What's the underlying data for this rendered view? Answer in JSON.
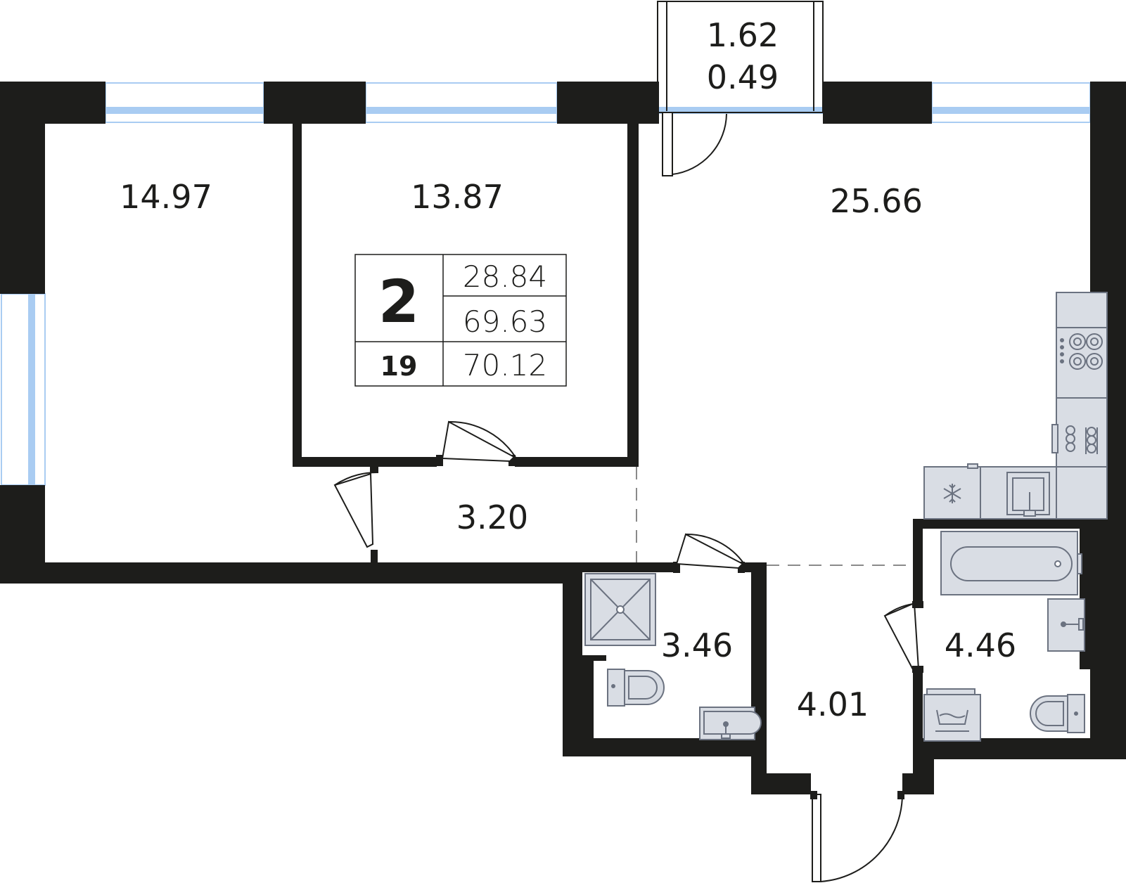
{
  "colors": {
    "wall": "#1d1d1b",
    "glass": "#a9ccf2",
    "fixture_fill": "#d9dde4",
    "fixture_stroke": "#6b7280",
    "line": "#1d1d1b"
  },
  "rooms": {
    "balcony": {
      "total": "1.62",
      "reduced": "0.49"
    },
    "bedroom_left": "14.97",
    "bedroom_middle": "13.87",
    "living_kitchen": "25.66",
    "corridor": "3.20",
    "shower_room": "3.46",
    "bathroom": "4.46",
    "hallway": "4.01"
  },
  "info_box": {
    "rooms_count": "2",
    "living_area": "28.84",
    "total_area": "69.63",
    "floor": "19",
    "total_with_balcony": "70.12"
  },
  "icons": [
    "snowflake-icon",
    "stove-burner-icon",
    "washing-machine-icon"
  ]
}
